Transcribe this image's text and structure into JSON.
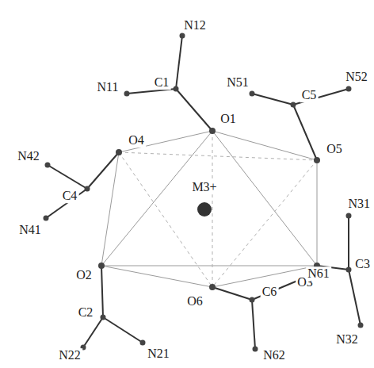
{
  "diagram": {
    "labels": [
      "N12",
      "C1",
      "N11",
      "O1",
      "N51",
      "C5",
      "N52",
      "N42",
      "O4",
      "O5",
      "N31",
      "C4",
      "M3+",
      "C3",
      "N41",
      "O2",
      "O3",
      "N32",
      "O6",
      "C6",
      "N61",
      "C2",
      "N21",
      "N22",
      "N62"
    ]
  }
}
